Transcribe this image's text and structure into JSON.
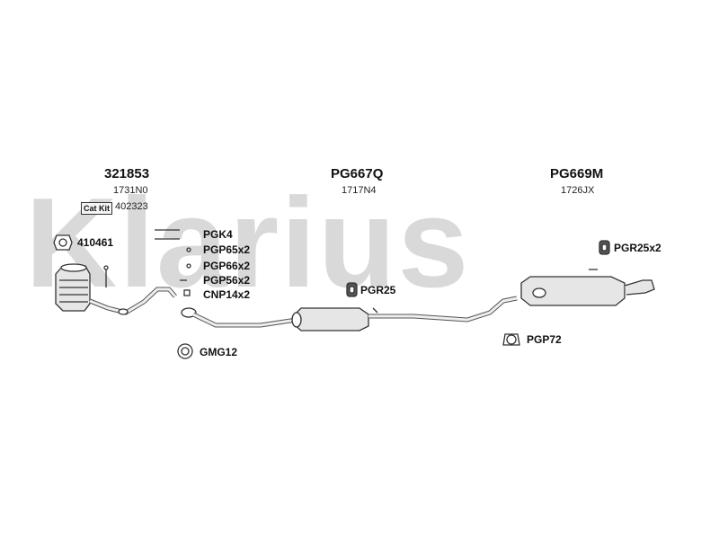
{
  "watermark": "Klarius",
  "parts": {
    "left": {
      "code": "321853",
      "sub": "1731N0"
    },
    "mid": {
      "code": "PG667Q",
      "sub": "1717N4"
    },
    "right": {
      "code": "PG669M",
      "sub": "1726JX"
    }
  },
  "catkit": {
    "tag": "Cat Kit",
    "code": "402323"
  },
  "labels": {
    "p410461": "410461",
    "pgk4": "PGK4",
    "pgp65": "PGP65x2",
    "pgp66": "PGP66x2",
    "pgp56": "PGP56x2",
    "cnp14": "CNP14x2",
    "pgr25": "PGR25",
    "pgr25x2": "PGR25x2",
    "gmg12": "GMG12",
    "pgp72": "PGP72"
  },
  "colors": {
    "line": "#333333",
    "fill": "#e6e6e6",
    "watermark": "#d9d9d9"
  }
}
